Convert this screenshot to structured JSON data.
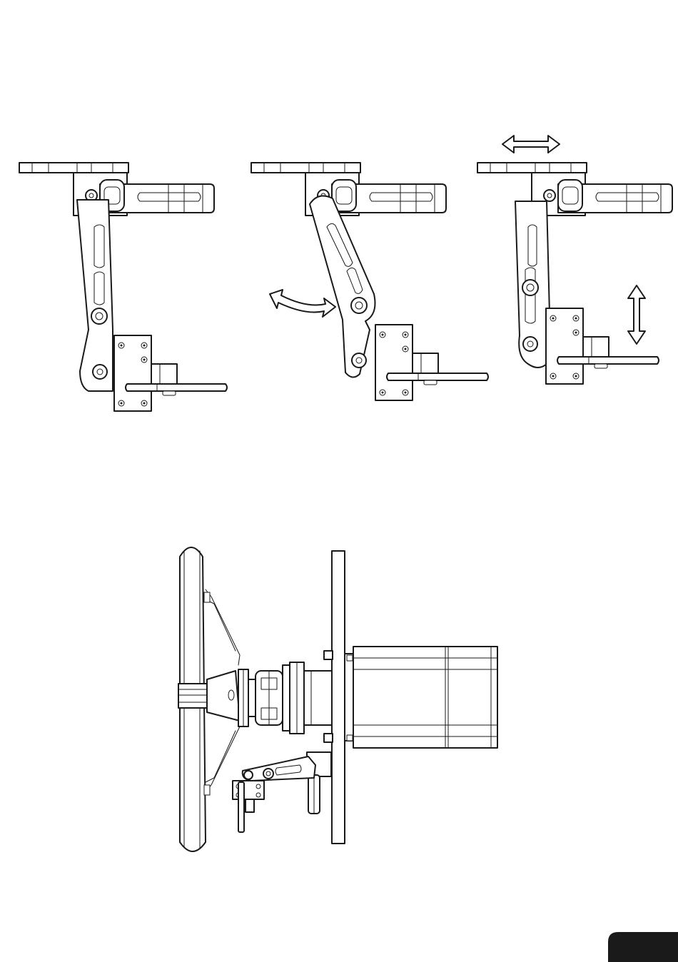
{
  "page": {
    "background": "#ffffff",
    "line_color": "#1a1a1a",
    "tab_color": "#1a1a1a"
  },
  "figures": {
    "top_row": [
      {
        "name": "paddle-mount-standard-position"
      },
      {
        "name": "paddle-mount-rotated-arm",
        "arrow": "curved-double-arrow-icon"
      },
      {
        "name": "paddle-mount-slide-adjust",
        "arrows": [
          "horizontal-double-arrow-icon",
          "vertical-double-arrow-icon"
        ]
      }
    ],
    "bottom": {
      "name": "steering-wheel-base-side-view",
      "parts": [
        "steering-wheel",
        "quick-release-hub",
        "mounting-plate",
        "motor-body",
        "paddle-mount-assembly"
      ]
    }
  },
  "page_tab": {
    "label": ""
  }
}
